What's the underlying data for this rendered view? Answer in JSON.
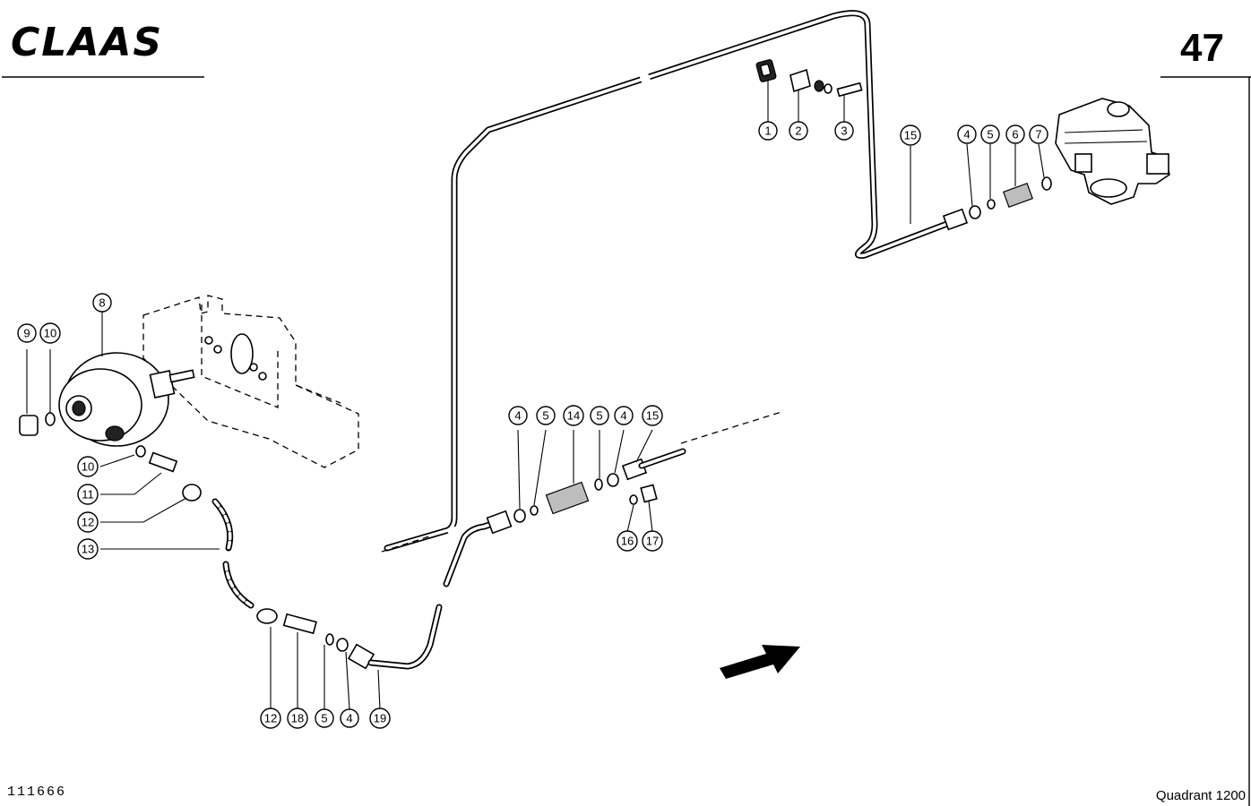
{
  "header": {
    "brand": "CLAAS",
    "page_number": "47"
  },
  "footer": {
    "drawing_number": "111666",
    "model": "Quadrant 1200"
  },
  "callouts": {
    "c1": "1",
    "c2": "2",
    "c3": "3",
    "c15a": "15",
    "c4a": "4",
    "c5a": "5",
    "c6": "6",
    "c7": "7",
    "c8": "8",
    "c9": "9",
    "c10a": "10",
    "c10b": "10",
    "c11": "11",
    "c12a": "12",
    "c13": "13",
    "c4b": "4",
    "c5b": "5",
    "c14": "14",
    "c5c": "5",
    "c4c": "4",
    "c15b": "15",
    "c16": "16",
    "c17": "17",
    "c12b": "12",
    "c18": "18",
    "c5d": "5",
    "c4d": "4",
    "c19": "19"
  },
  "icons": {
    "direction": "arrow-right-icon"
  }
}
